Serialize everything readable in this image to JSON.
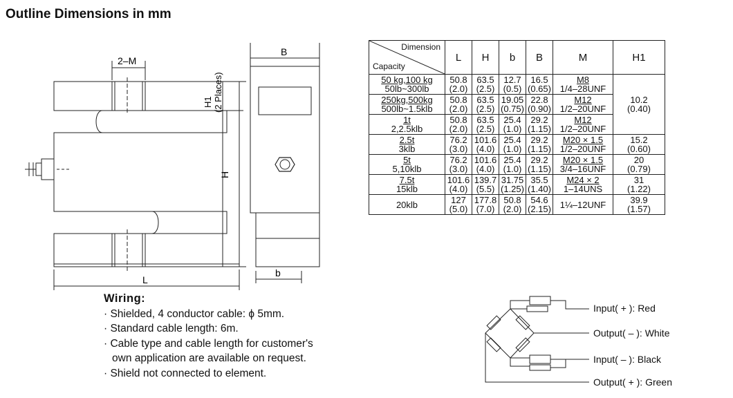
{
  "title": "Outline Dimensions in mm",
  "drawing": {
    "label_2m": "2–M",
    "label_h1": "H1",
    "label_h1_note": "(2 Places)",
    "label_b_upper": "B",
    "label_h": "H",
    "label_l": "L",
    "label_b_lower": "b"
  },
  "table": {
    "header_dimension": "Dimension",
    "header_capacity": "Capacity",
    "columns": [
      "L",
      "H",
      "b",
      "B",
      "M",
      "H1"
    ],
    "rows": [
      {
        "cap": [
          "50 kg,100 kg",
          "50lb~300lb"
        ],
        "L": [
          "50.8",
          "(2.0)"
        ],
        "H": [
          "63.5",
          "(2.5)"
        ],
        "b": [
          "12.7",
          "(0.5)"
        ],
        "B": [
          "16.5",
          "(0.65)"
        ],
        "M": [
          "M8",
          "1/4–28UNF"
        ]
      },
      {
        "cap": [
          "250kg,500kg",
          "500lb~1.5klb"
        ],
        "L": [
          "50.8",
          "(2.0)"
        ],
        "H": [
          "63.5",
          "(2.5)"
        ],
        "b": [
          "19.05",
          "(0.75)"
        ],
        "B": [
          "22.8",
          "(0.90)"
        ],
        "M": [
          "M12",
          "1/2–20UNF"
        ]
      },
      {
        "cap": [
          "1t",
          "2,2.5klb"
        ],
        "L": [
          "50.8",
          "(2.0)"
        ],
        "H": [
          "63.5",
          "(2.5)"
        ],
        "b": [
          "25.4",
          "(1.0)"
        ],
        "B": [
          "29.2",
          "(1.15)"
        ],
        "M": [
          "M12",
          "1/2–20UNF"
        ]
      },
      {
        "cap": [
          "2.5t",
          "3klb"
        ],
        "L": [
          "76.2",
          "(3.0)"
        ],
        "H": [
          "101.6",
          "(4.0)"
        ],
        "b": [
          "25.4",
          "(1.0)"
        ],
        "B": [
          "29.2",
          "(1.15)"
        ],
        "M": [
          "M20 × 1.5",
          "1/2–20UNF"
        ],
        "H1": [
          "15.2",
          "(0.60)"
        ]
      },
      {
        "cap": [
          "5t",
          "5,10klb"
        ],
        "L": [
          "76.2",
          "(3.0)"
        ],
        "H": [
          "101.6",
          "(4.0)"
        ],
        "b": [
          "25.4",
          "(1.0)"
        ],
        "B": [
          "29.2",
          "(1.15)"
        ],
        "M": [
          "M20 × 1.5",
          "3/4–16UNF"
        ],
        "H1": [
          "20",
          "(0.79)"
        ]
      },
      {
        "cap": [
          "7.5t",
          "15klb"
        ],
        "L": [
          "101.6",
          "(4.0)"
        ],
        "H": [
          "139.7",
          "(5.5)"
        ],
        "b": [
          "31.75",
          "(1.25)"
        ],
        "B": [
          "35.5",
          "(1.40)"
        ],
        "M": [
          "M24 × 2",
          "1–14UNS"
        ],
        "H1": [
          "31",
          "(1.22)"
        ]
      },
      {
        "cap": [
          "20klb"
        ],
        "L": [
          "127",
          "(5.0)"
        ],
        "H": [
          "177.8",
          "(7.0)"
        ],
        "b": [
          "50.8",
          "(2.0)"
        ],
        "B": [
          "54.6",
          "(2.15)"
        ],
        "M": [
          "1¼–12UNF"
        ],
        "H1": [
          "39.9",
          "(1.57)"
        ]
      }
    ],
    "h1_group_first3": [
      "10.2",
      "(0.40)"
    ]
  },
  "wiring": {
    "heading": "Wiring:",
    "items": [
      "· Shielded, 4 conductor cable:  ϕ 5mm.",
      "· Standard cable length: 6m.",
      "· Cable type and cable length for customer's",
      "own application are available on request.",
      "· Shield not connected to element."
    ]
  },
  "circuit": {
    "labels": [
      "Input( + ): Red",
      "Output( – ): White",
      "Input( – ): Black",
      "Output( + ): Green"
    ]
  }
}
